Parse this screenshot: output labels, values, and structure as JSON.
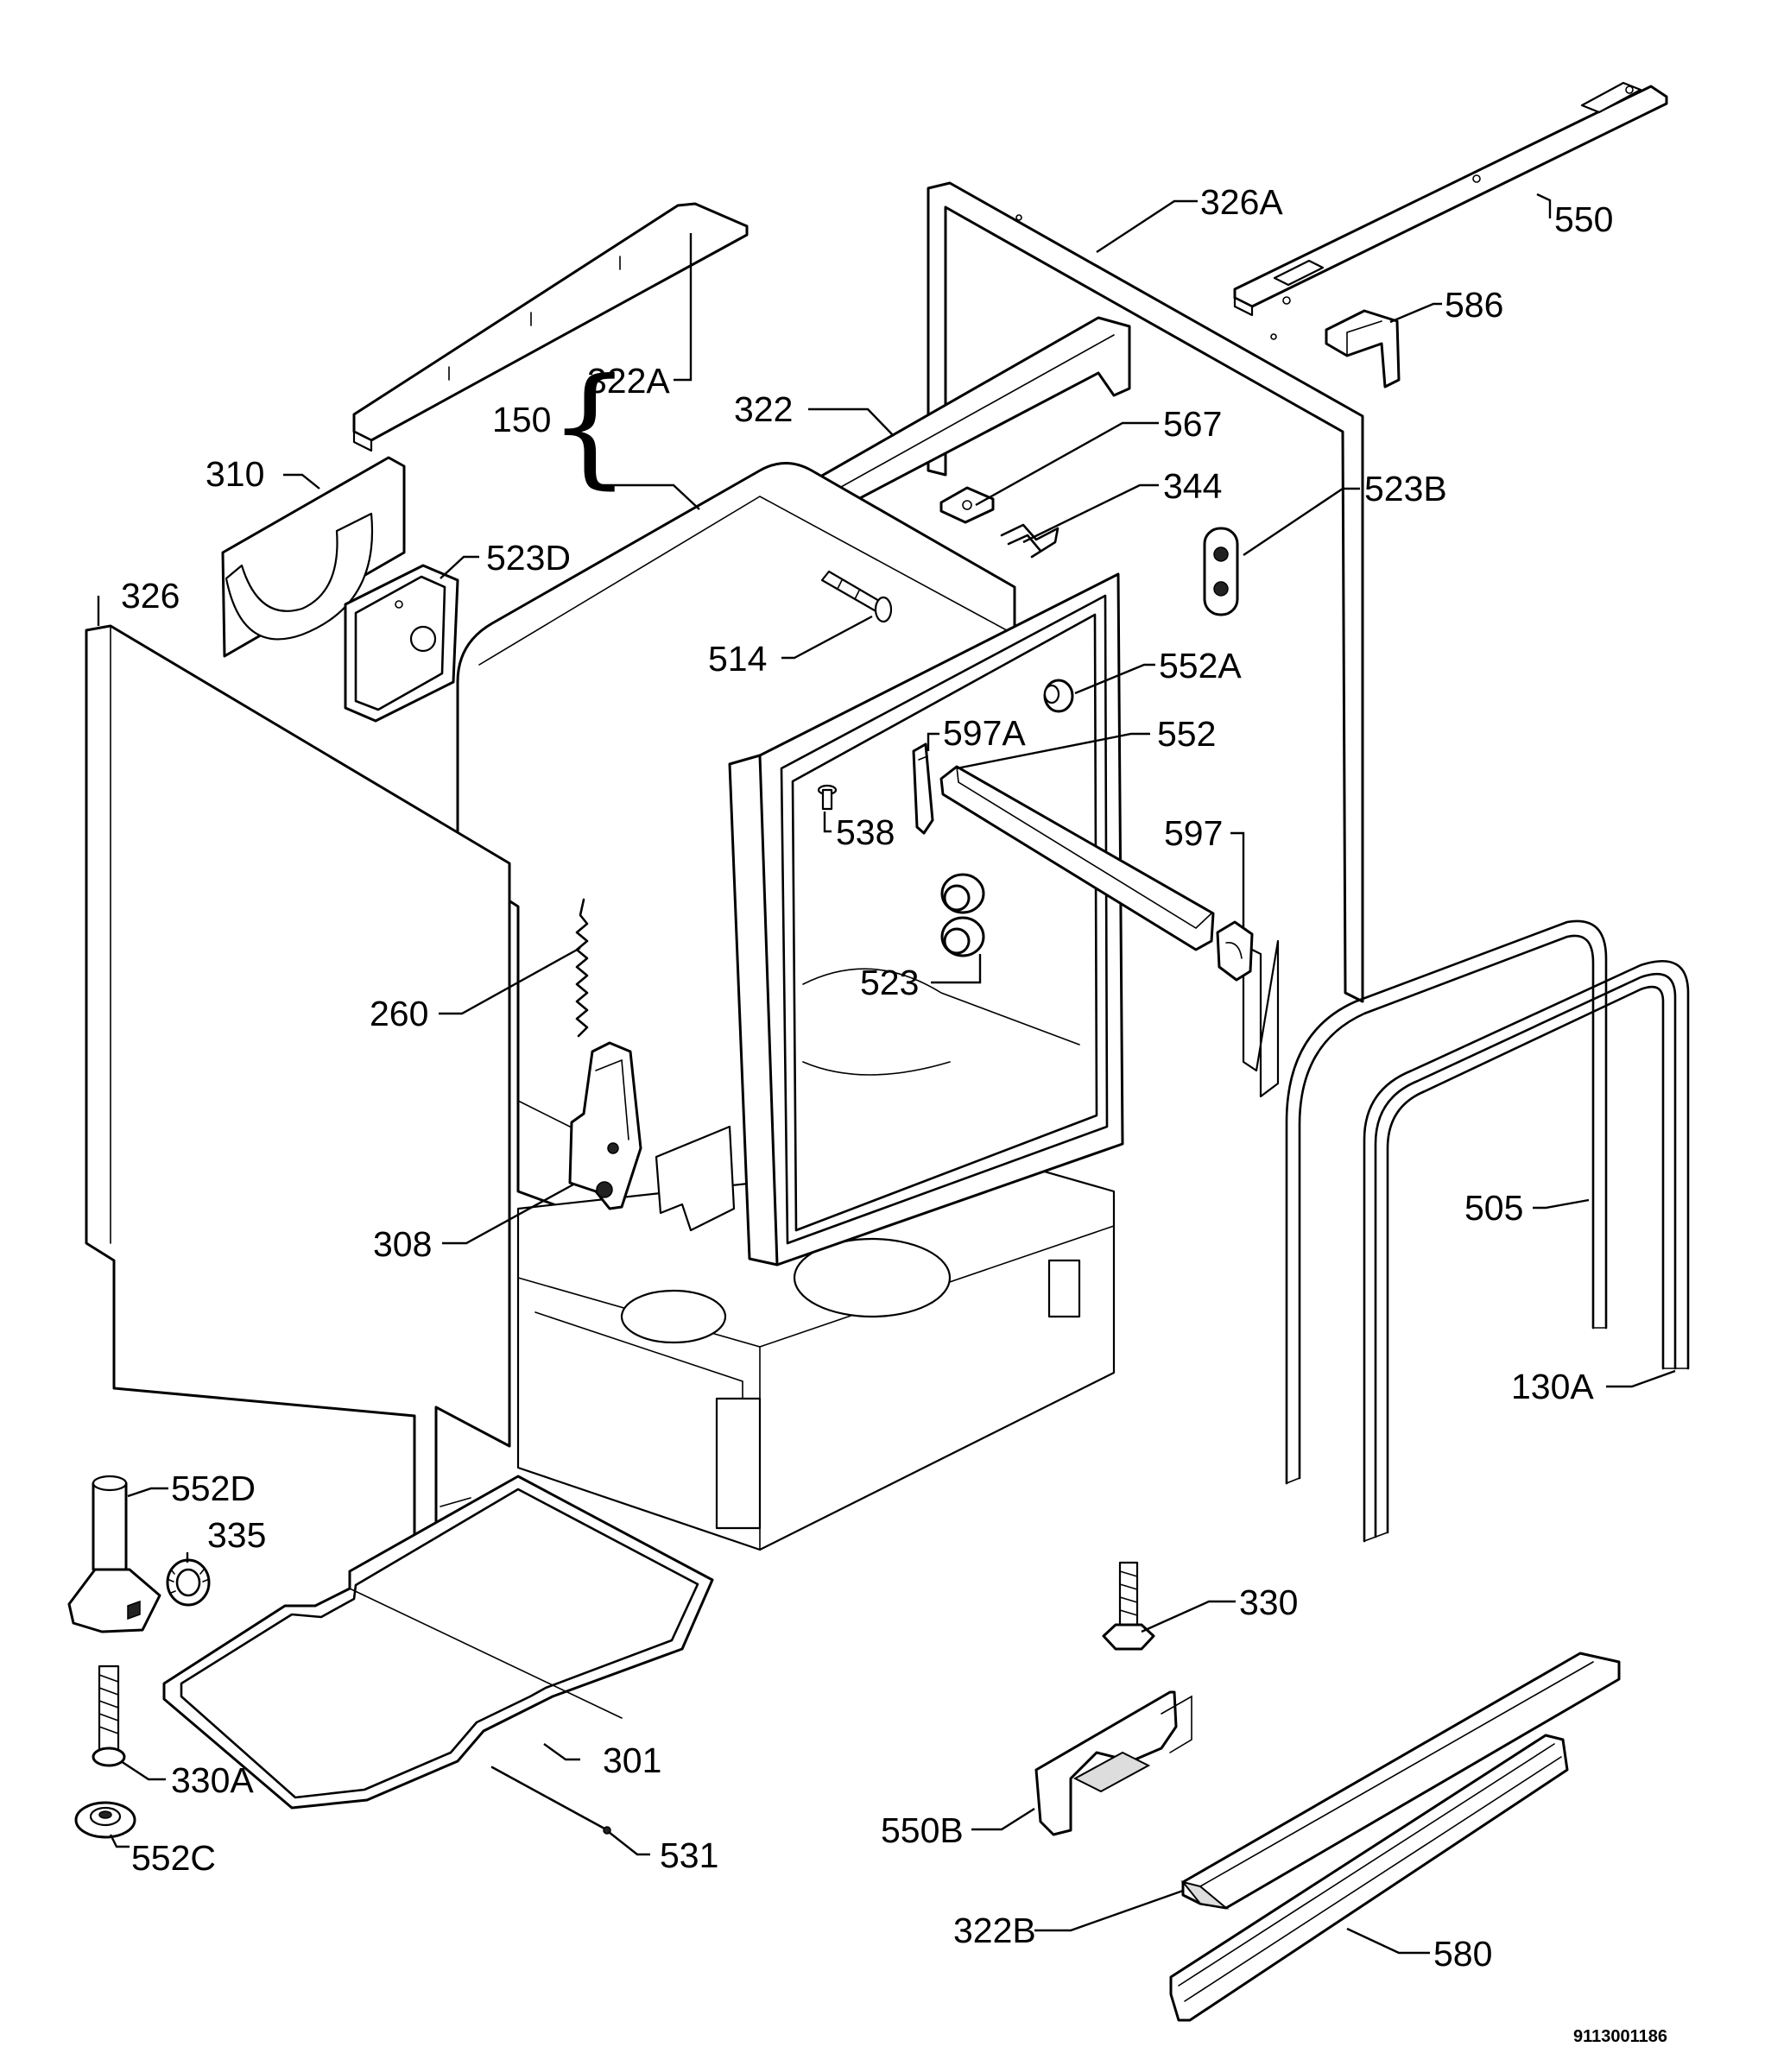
{
  "labels": {
    "p150": "150",
    "p322a": "322A",
    "p322": "322",
    "p310": "310",
    "p326": "326",
    "p523d": "523D",
    "p326a": "326A",
    "p550": "550",
    "p586": "586",
    "p567": "567",
    "p344": "344",
    "p523b": "523B",
    "p514": "514",
    "p552a": "552A",
    "p597a": "597A",
    "p552": "552",
    "p538": "538",
    "p597": "597",
    "p523": "523",
    "p260": "260",
    "p308": "308",
    "p505": "505",
    "p130a": "130A",
    "p552d": "552D",
    "p335": "335",
    "p330": "330",
    "p301": "301",
    "p330a": "330A",
    "p531": "531",
    "p552c": "552C",
    "p550b": "550B",
    "p322b": "322B",
    "p580": "580"
  },
  "drawing_code": "9113001186"
}
